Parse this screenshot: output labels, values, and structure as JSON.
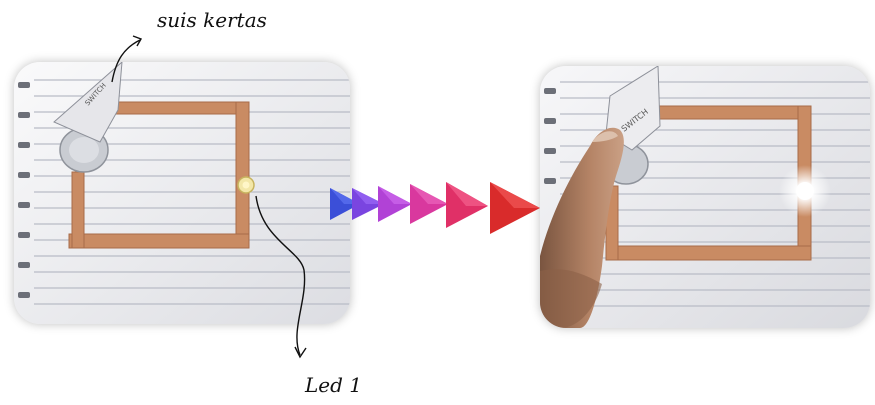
{
  "labels": {
    "paper_switch": "suis kertas",
    "led": "Led 1"
  },
  "switch_flap_text": "SWITCH",
  "colors": {
    "copper": "#c98b63",
    "copper_dark": "#a86b48",
    "paper": "#f2f2f4",
    "ruling": "#b9bcc6",
    "arrows": [
      "#3b4fd8",
      "#7a45e0",
      "#b142d6",
      "#d9389e",
      "#e03067",
      "#d92b2b"
    ]
  },
  "icons": [
    "curved-arrow-icon",
    "triangle-arrow-icon",
    "led-icon",
    "coin-battery-icon"
  ]
}
